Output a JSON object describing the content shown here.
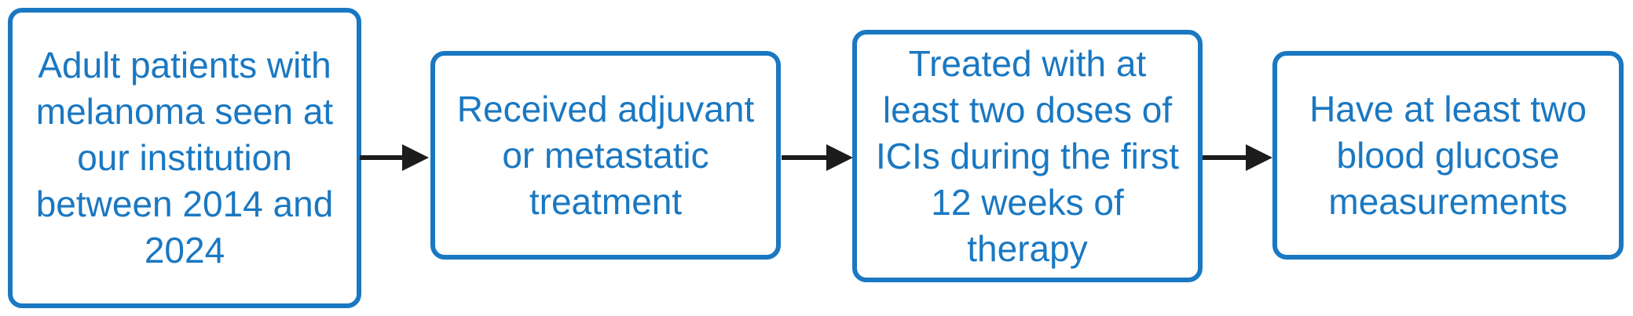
{
  "colors": {
    "box_border": "#1a78c2",
    "box_text": "#1a78c2",
    "arrow": "#1c1c1c",
    "background": "#ffffff"
  },
  "steps": [
    {
      "label": "Adult patients with melanoma seen at our institution between 2014 and 2024"
    },
    {
      "label": "Received adjuvant or metastatic treatment"
    },
    {
      "label": "Treated with at least two doses of ICIs during the first 12 weeks of therapy"
    },
    {
      "label": "Have at least two blood glucose measurements"
    }
  ]
}
